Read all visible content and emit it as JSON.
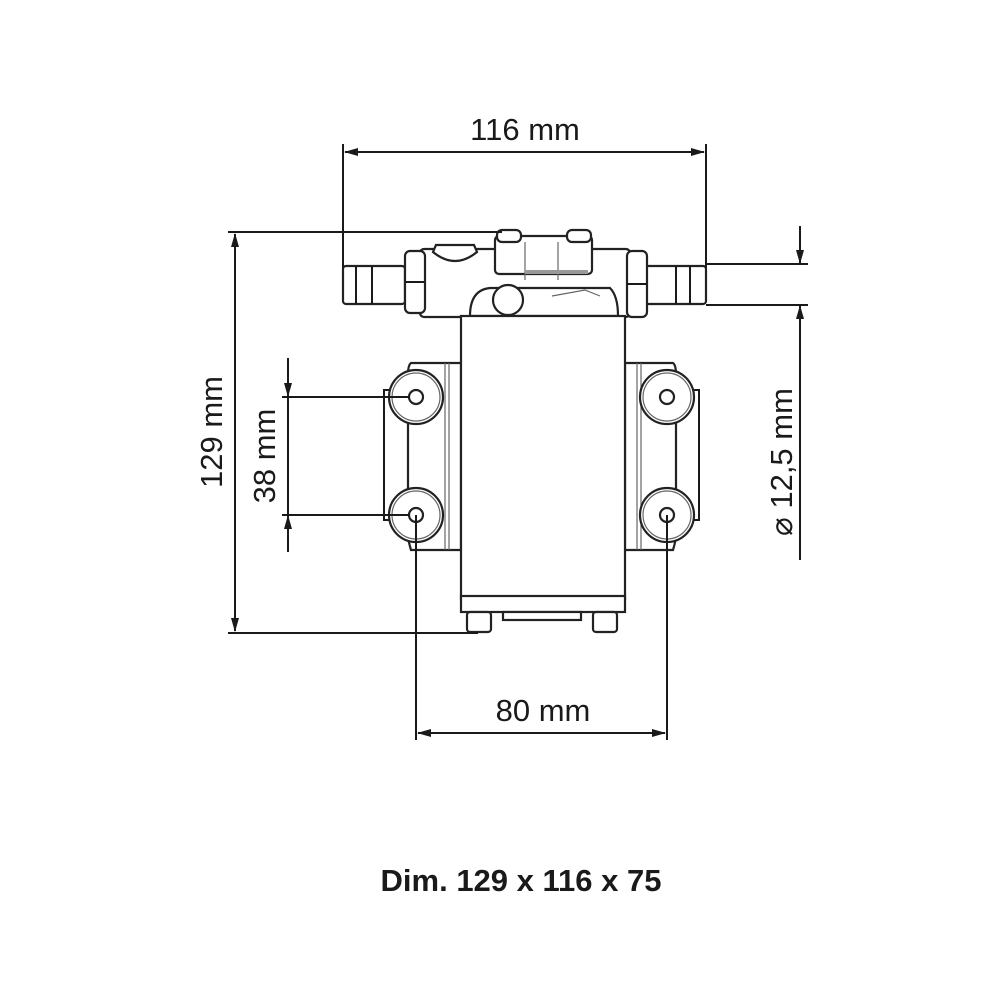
{
  "dimensions": {
    "width": "116 mm",
    "height": "129 mm",
    "mount_vertical": "38 mm",
    "mount_horizontal": "80 mm",
    "port_diameter": "⌀ 12,5 mm"
  },
  "caption": "Dim. 129 x 116 x 75",
  "colors": {
    "line": "#1a1a1a",
    "background": "#ffffff"
  }
}
